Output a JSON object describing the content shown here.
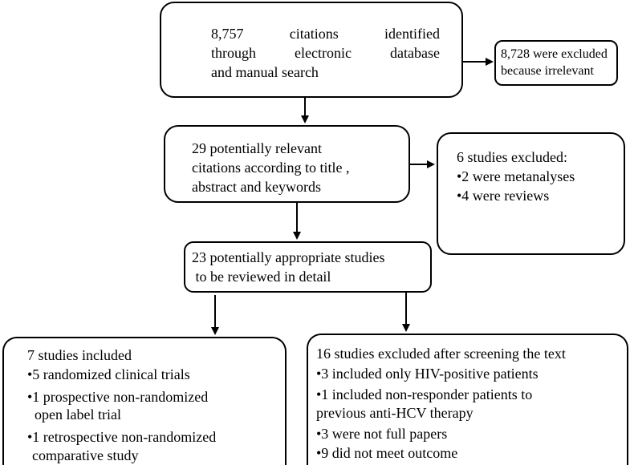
{
  "box1": {
    "lines": [
      "8,757 citations identified",
      "through electronic database",
      "and manual search"
    ]
  },
  "box_excluded_irrelevant": {
    "lines": [
      "8,728 were excluded",
      "because irrelevant"
    ]
  },
  "box2": {
    "lines": [
      "29 potentially relevant",
      "citations according to title ,",
      "abstract and keywords"
    ]
  },
  "box_excluded_6": {
    "title": "6 studies excluded:",
    "items": [
      "•2 were metanalyses",
      "•4 were reviews"
    ]
  },
  "box3": {
    "lines": [
      "23 potentially appropriate studies",
      " to be reviewed in detail"
    ]
  },
  "box_included": {
    "lines": [
      "7 studies included",
      "•5 randomized clinical trials",
      "•1 prospective non-randomized",
      "  open label trial",
      "•1 retrospective non-randomized",
      "comparative study"
    ]
  },
  "box_excluded_16": {
    "lines": [
      "16 studies excluded after screening the text",
      "•3 included only HIV-positive patients",
      "•1 included non-responder patients to",
      "previous anti-HCV therapy",
      "•3 were not full papers",
      "•9 did not meet outcome"
    ]
  }
}
